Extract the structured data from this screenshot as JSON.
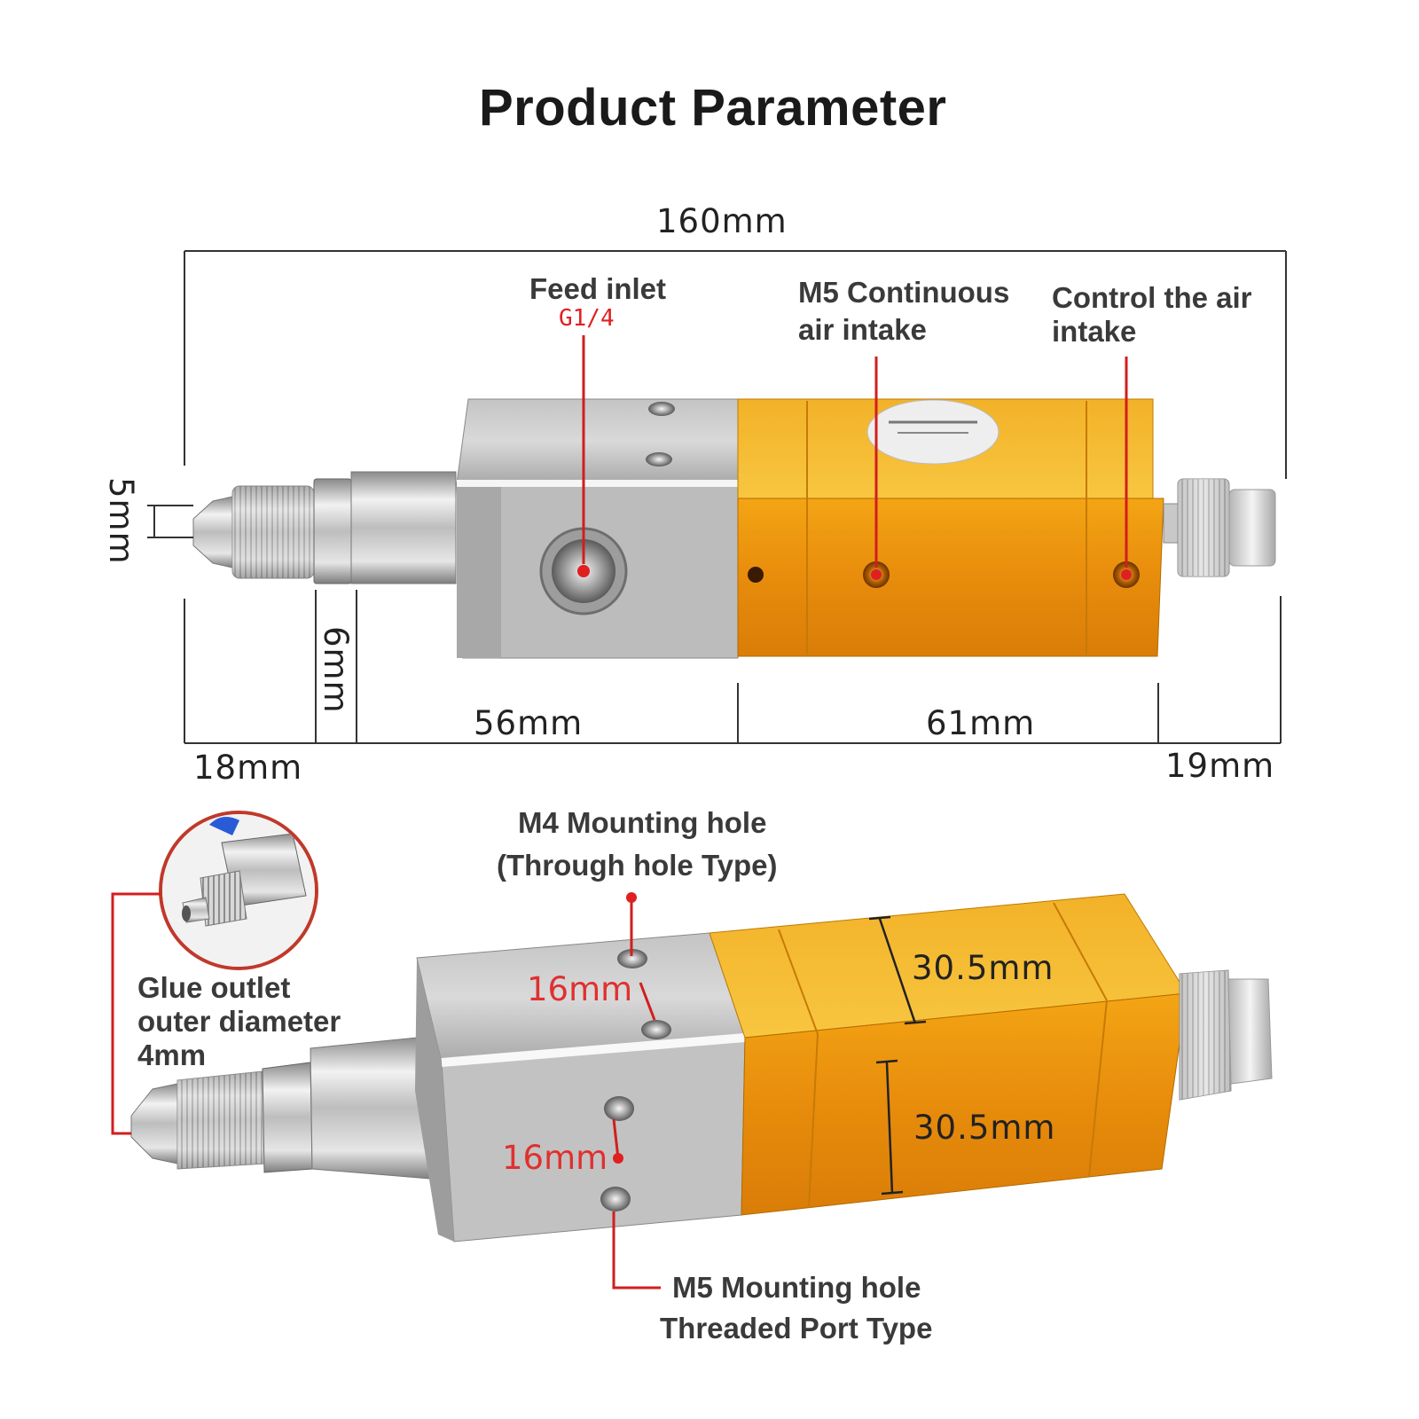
{
  "title": "Product Parameter",
  "top_view": {
    "overall_length": "160mm",
    "tip_diameter": "5mm",
    "nut_width": "6mm",
    "nozzle_length": "18mm",
    "silver_body_length": "56mm",
    "gold_body_length": "61mm",
    "knob_length": "19mm",
    "feed_inlet": {
      "label": "Feed inlet",
      "thread": "G1/4"
    },
    "continuous_air": {
      "line1": "M5 Continuous",
      "line2": "air intake"
    },
    "control_air": {
      "line1": "Control the air",
      "line2": "intake"
    }
  },
  "bottom_view": {
    "m4_hole": {
      "line1": "M4 Mounting hole",
      "line2": "(Through hole Type)"
    },
    "m5_hole": {
      "line1": "M5 Mounting hole",
      "line2": "Threaded Port Type"
    },
    "glue_outlet": {
      "line1": "Glue outlet",
      "line2": "outer diameter",
      "line3": "4mm"
    },
    "hole_spacing_top": "16mm",
    "hole_spacing_bottom": "16mm",
    "height_top": "30.5mm",
    "height_bottom": "30.5mm"
  },
  "colors": {
    "gold": "#e89a10",
    "silver": "#c8c8c8",
    "red": "#e02020",
    "dim_line": "#333333"
  }
}
